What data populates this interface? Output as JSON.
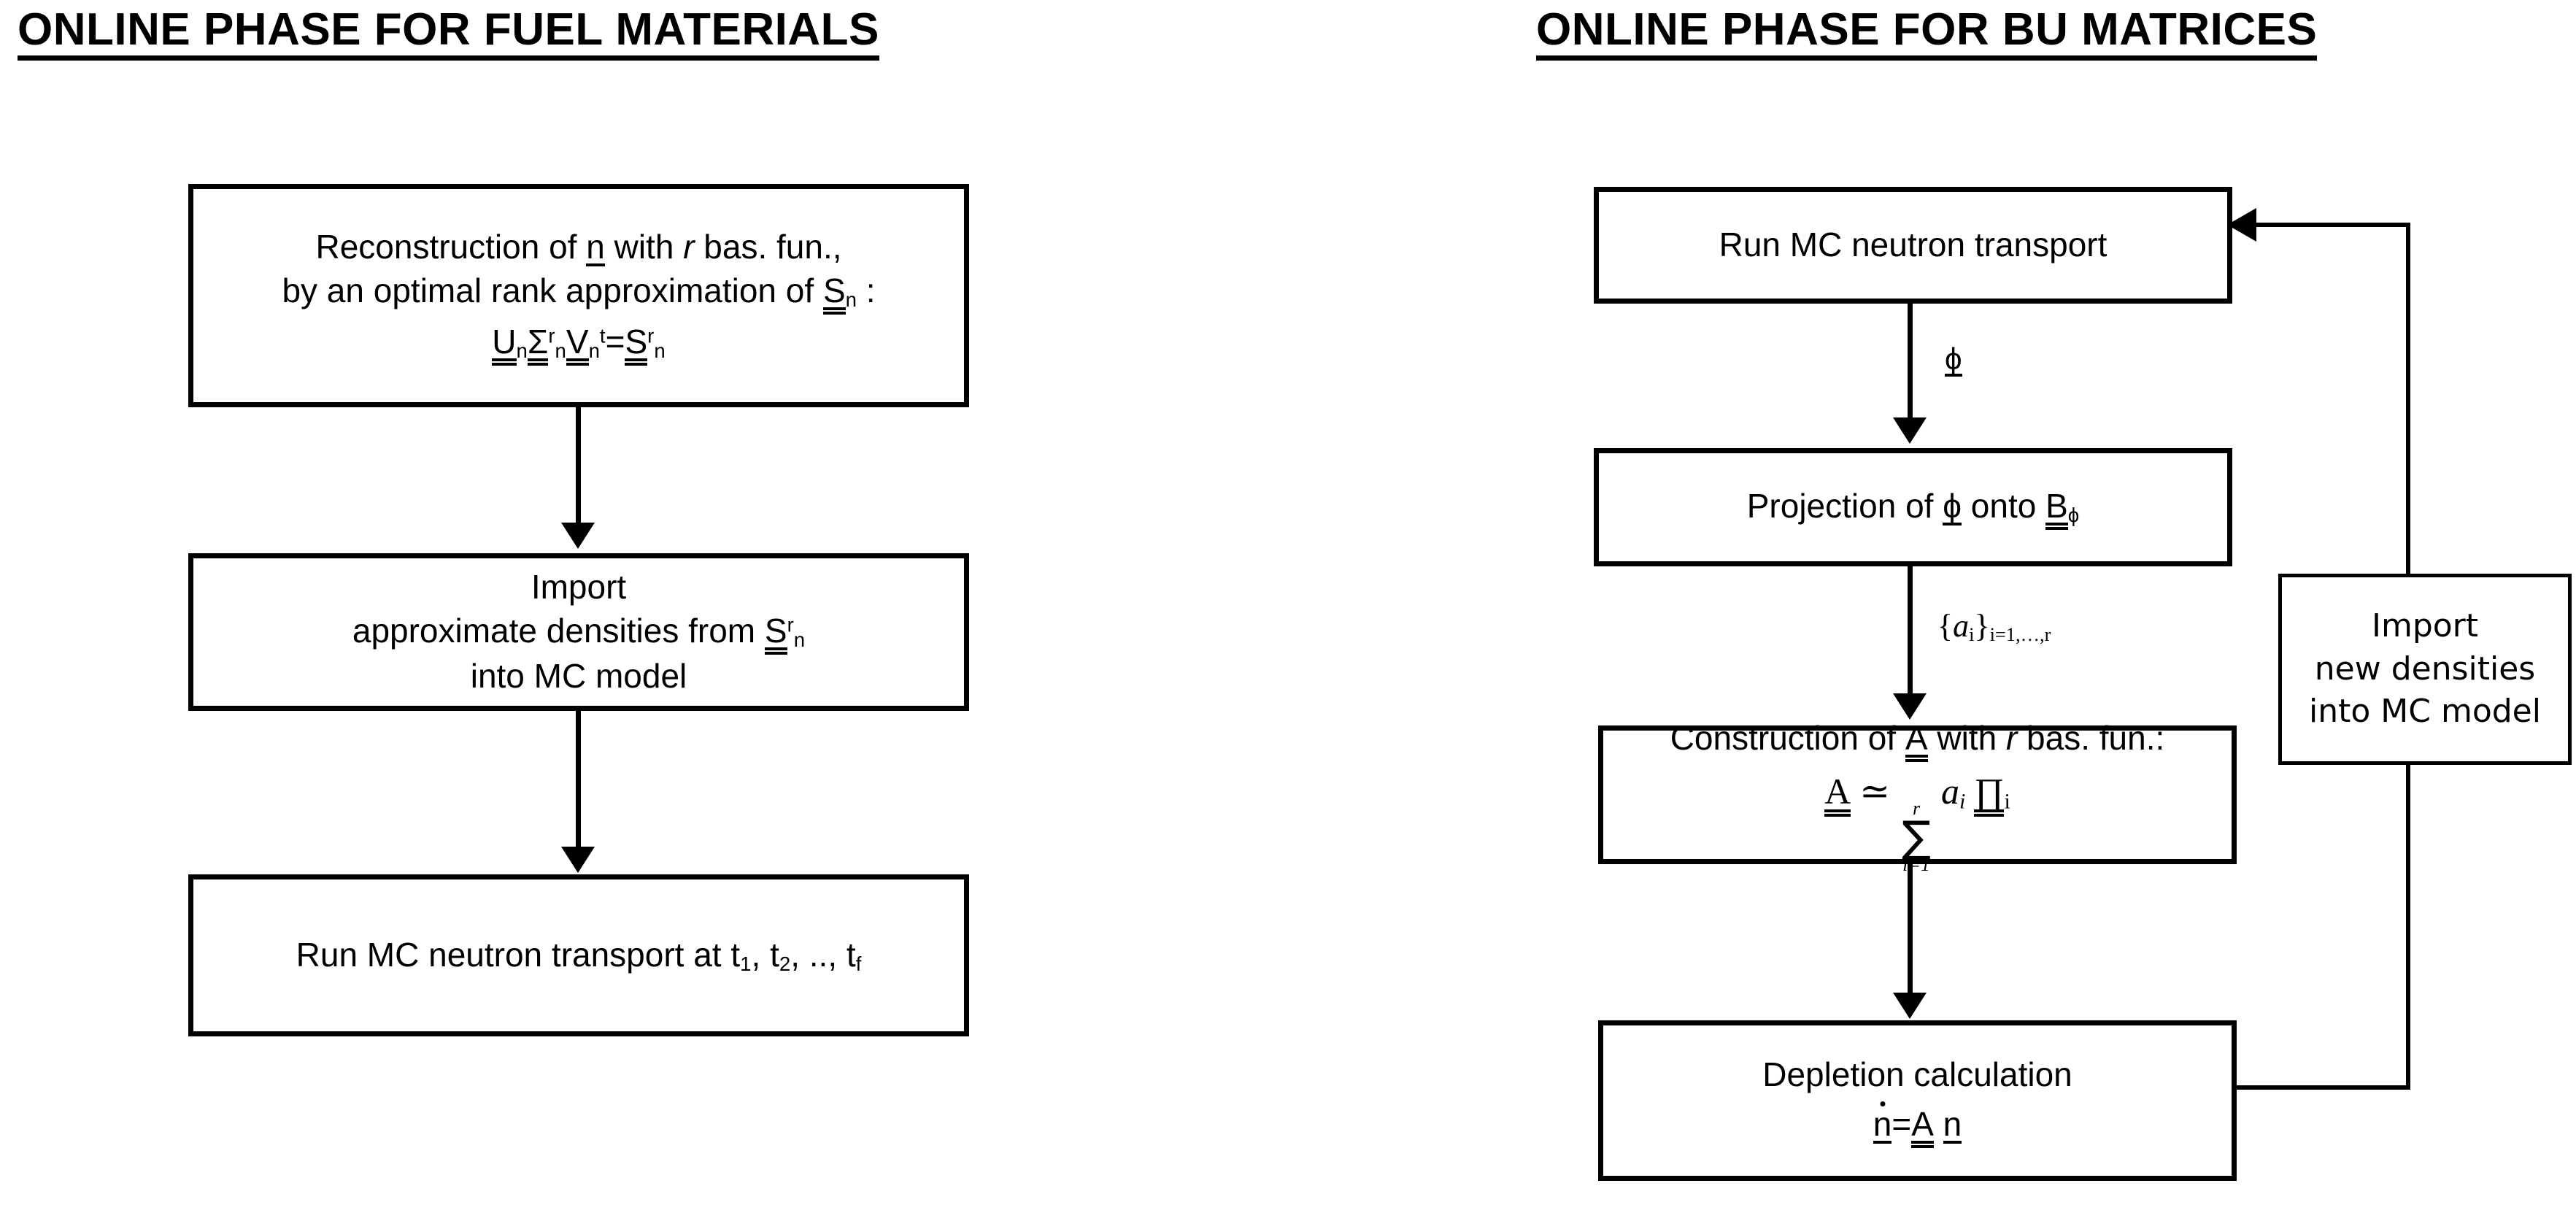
{
  "titles": {
    "left": "ONLINE PHASE FOR FUEL MATERIALS",
    "right": "ONLINE PHASE FOR BU MATRICES"
  },
  "left_column": {
    "reconstruction": {
      "line1_a": "Reconstruction of ",
      "line1_n": "n",
      "line1_b": " with ",
      "line1_r": "r",
      "line1_c": " bas. fun.,",
      "line2_a": "by an optimal rank approximation of ",
      "line2_S": "S",
      "line2_Ssub": "n",
      "line2_colon": " :",
      "formula": {
        "U": "U",
        "Usub": "n",
        "Sigma": "Σ",
        "Sigmasub": "n",
        "Sigmasup": "r",
        "V": "V",
        "Vsub": "n",
        "Vsup": "t",
        "eq": "=",
        "S": "S",
        "Ssub": "n",
        "Ssup": "r"
      }
    },
    "import_densities": {
      "line1": "Import",
      "line2_a": "approximate densities from ",
      "line2_S": "S",
      "line2_Ssub": "n",
      "line2_Ssup": "r",
      "line3": "into MC model"
    },
    "run_mc_times": {
      "a": "Run MC neutron transport at t",
      "t1": "1",
      "b": ", t",
      "t2": "2",
      "c": ", .., t",
      "tf": "f"
    }
  },
  "right_column": {
    "run_mc": {
      "label": "Run MC neutron transport"
    },
    "edge_phi": {
      "symbol": "ϕ"
    },
    "projection": {
      "a": "Projection of ",
      "phi": "ϕ",
      "b": " onto ",
      "B": "B",
      "Bsub": "ϕ"
    },
    "edge_coeffs": {
      "open": "{",
      "a": "a",
      "asub": "i",
      "close": "}",
      "range": "i=1,…,r"
    },
    "construction": {
      "line1_a": "Construction of ",
      "line1_A": "A",
      "line1_b": " with ",
      "line1_r": "r",
      "line1_c": " bas. fun.:",
      "formula": {
        "A": "A",
        "approx": "≃",
        "sum_top": "r",
        "sum_glyph": "∑",
        "sum_bot": "i=1",
        "a": "a",
        "asub": "i",
        "Pi": "∏",
        "Pisub": "i"
      }
    },
    "depletion": {
      "line1": "Depletion calculation",
      "formula": {
        "ndot": "n",
        "eq": "=",
        "A": "A",
        "n": "n"
      }
    },
    "import_new": {
      "line1": "Import",
      "line2": "new densities",
      "line3": "into MC model"
    }
  },
  "colors": {
    "stroke": "#000000",
    "background": "#ffffff"
  }
}
